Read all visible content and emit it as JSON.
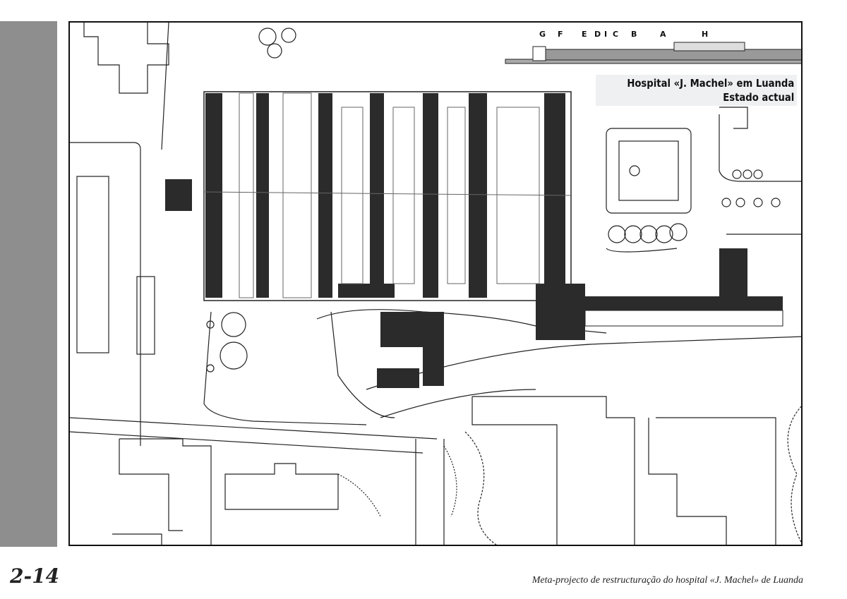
{
  "plan": {
    "title_line1": "Hospital «J. Machel» em Luanda",
    "title_line2": "Estado actual",
    "section_letters": [
      "G",
      "F",
      "E",
      "D",
      "I",
      "C",
      "B",
      "A",
      "H"
    ]
  },
  "footer": {
    "page_number": "2-14",
    "caption": "Meta-projecto de restructuração do hospital «J. Machel» de Luanda"
  }
}
